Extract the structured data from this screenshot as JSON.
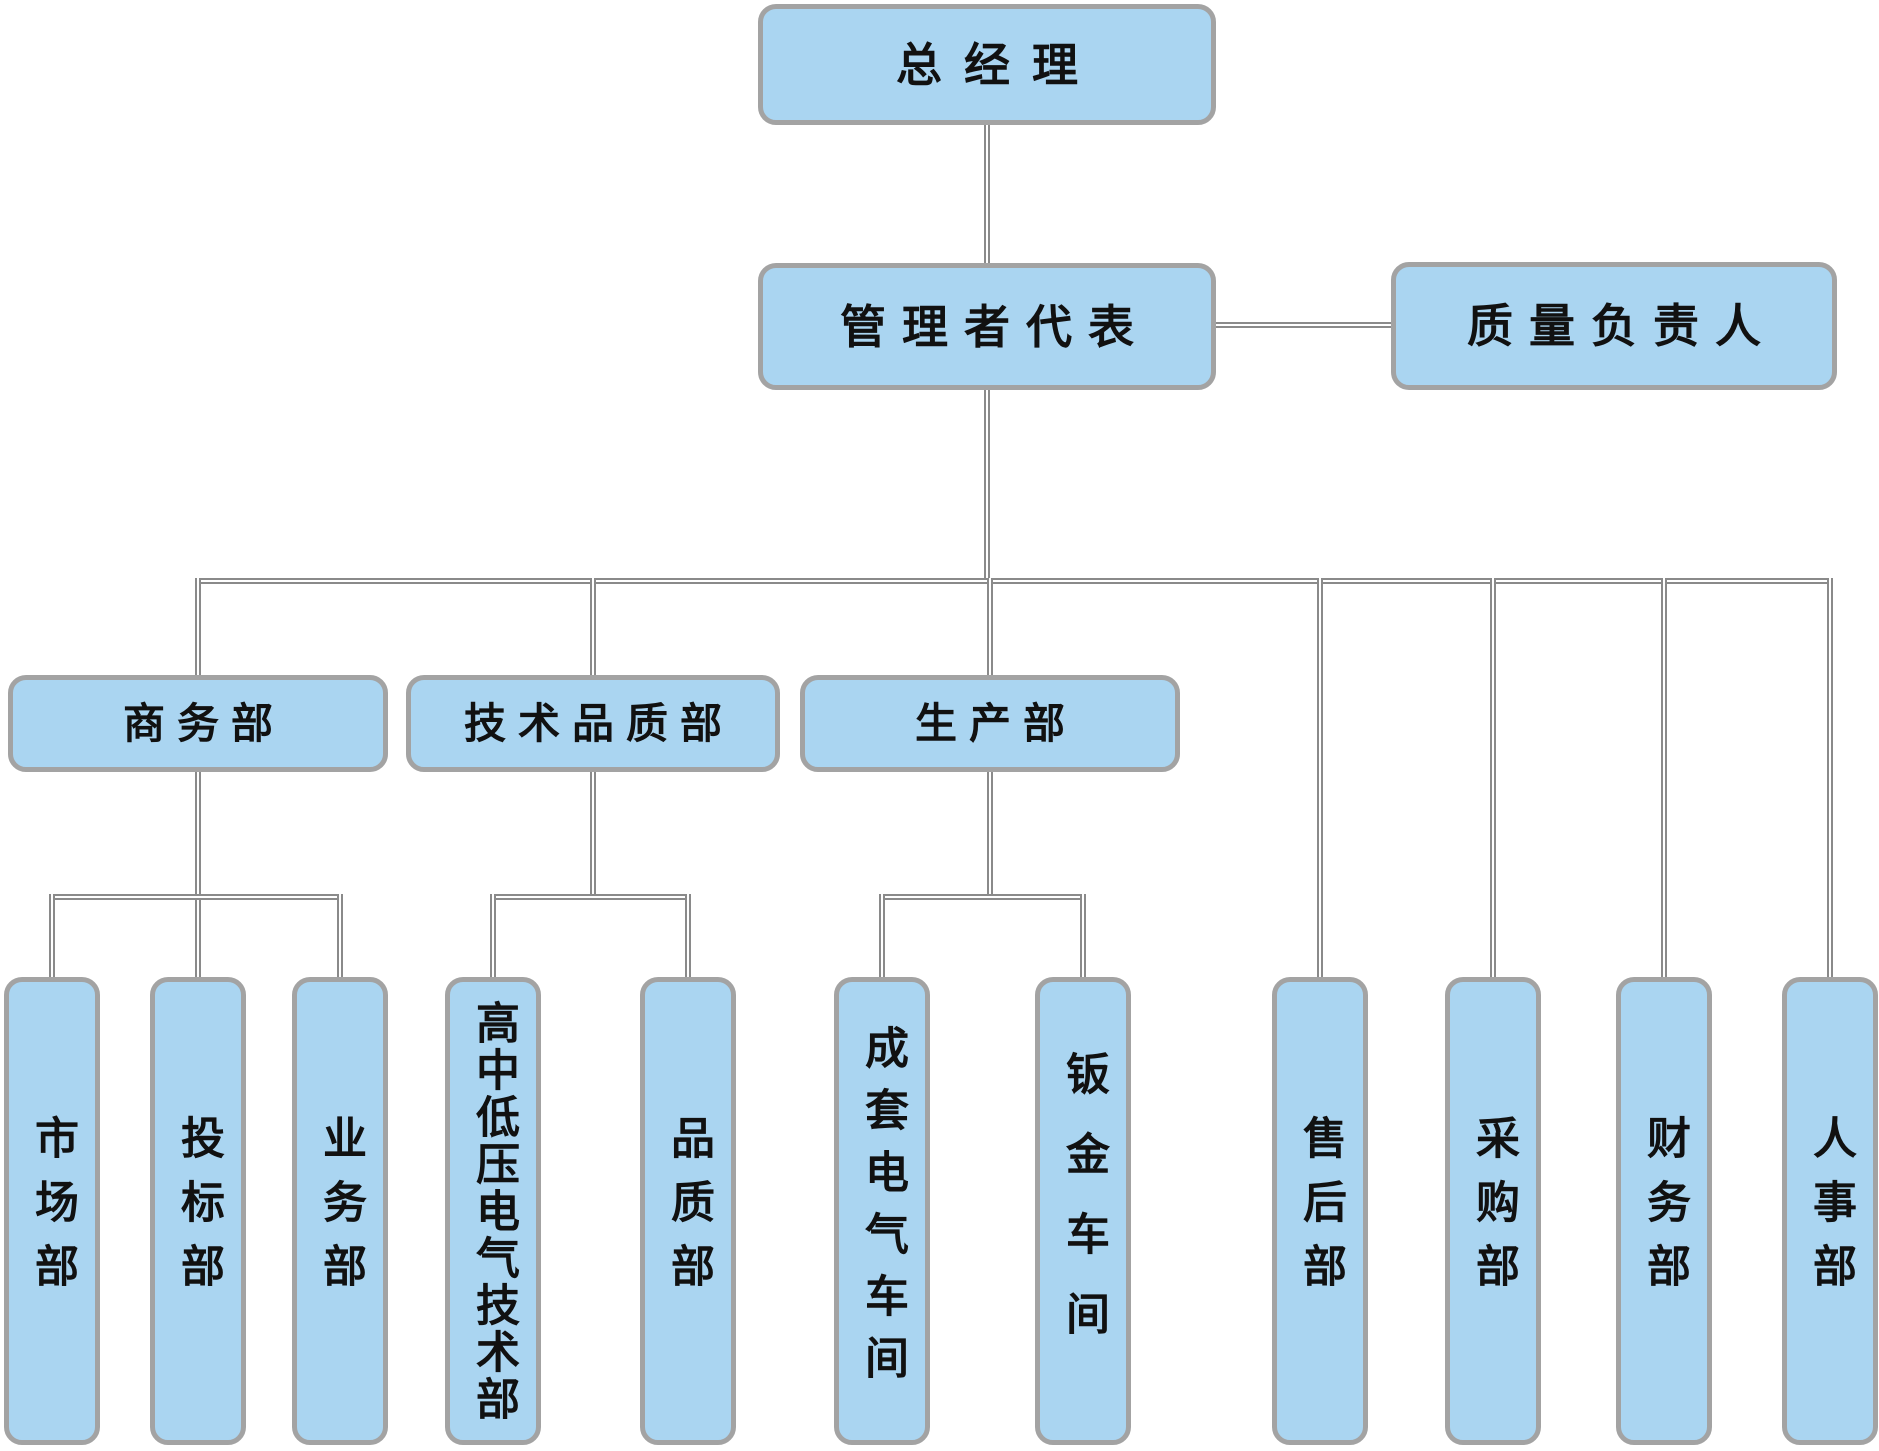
{
  "diagram": {
    "type": "org-chart",
    "colors": {
      "box_fill": "#aad5f1",
      "box_border": "#a3a3a3",
      "line": "#8a8a8a",
      "text": "#111111",
      "background": "#ffffff"
    },
    "nodes": {
      "gm": {
        "label": "总经理"
      },
      "rep": {
        "label": "管理者代表"
      },
      "quality_lead": {
        "label": "质量负责人"
      },
      "depts": [
        {
          "label": "商务部"
        },
        {
          "label": "技术品质部"
        },
        {
          "label": "生产部"
        }
      ],
      "subs": [
        {
          "label": "市场部"
        },
        {
          "label": "投标部"
        },
        {
          "label": "业务部"
        },
        {
          "label": "高中低压电气技术部"
        },
        {
          "label": "品质部"
        },
        {
          "label": "成套电气车间"
        },
        {
          "label": "钣金车间"
        },
        {
          "label": "售后部"
        },
        {
          "label": "采购部"
        },
        {
          "label": "财务部"
        },
        {
          "label": "人事部"
        }
      ]
    }
  }
}
